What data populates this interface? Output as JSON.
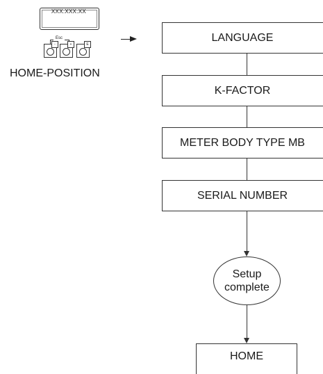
{
  "device": {
    "display_text": "XXX.XXX.XX",
    "esc_label": "Esc",
    "key_marks": [
      "-",
      "+",
      "E"
    ],
    "home_position_label": "HOME-POSITION"
  },
  "flow": {
    "steps": [
      {
        "label": "LANGUAGE"
      },
      {
        "label": "K-FACTOR"
      },
      {
        "label": "METER BODY TYPE MB"
      },
      {
        "label": "SERIAL NUMBER"
      }
    ],
    "setup_line1": "Setup",
    "setup_line2": "complete",
    "home_label": "HOME"
  }
}
